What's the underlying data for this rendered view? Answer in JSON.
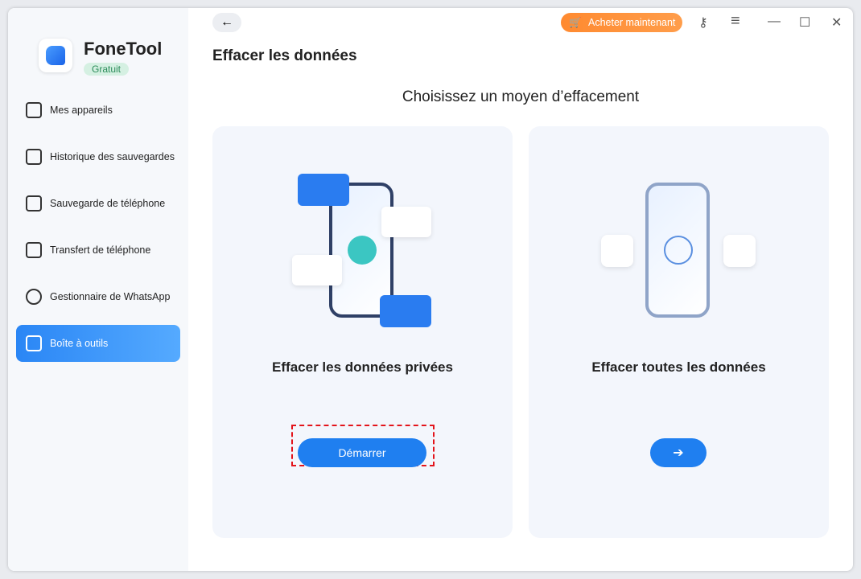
{
  "app": {
    "name": "FoneTool",
    "plan": "Gratuit"
  },
  "sidebar": {
    "items": [
      {
        "label": "Mes appareils"
      },
      {
        "label": "Historique des sauvegardes"
      },
      {
        "label": "Sauvegarde de téléphone"
      },
      {
        "label": "Transfert de téléphone"
      },
      {
        "label": "Gestionnaire de WhatsApp"
      },
      {
        "label": "Boîte à outils",
        "active": true
      }
    ]
  },
  "topbar": {
    "buy_label": "Acheter maintenant",
    "back": "←",
    "key": "⚷",
    "menu": "≡",
    "minimize": "—",
    "maximize": "☐",
    "close": "✕"
  },
  "page": {
    "title": "Effacer les données",
    "subtitle": "Choisissez un moyen d’effacement"
  },
  "cards": [
    {
      "title": "Effacer les données privées",
      "button": "Démarrer"
    },
    {
      "title": "Effacer toutes les données",
      "button": "➔"
    }
  ],
  "colors": {
    "accent": "#1f7ff0",
    "buy": "#ff8a30"
  }
}
